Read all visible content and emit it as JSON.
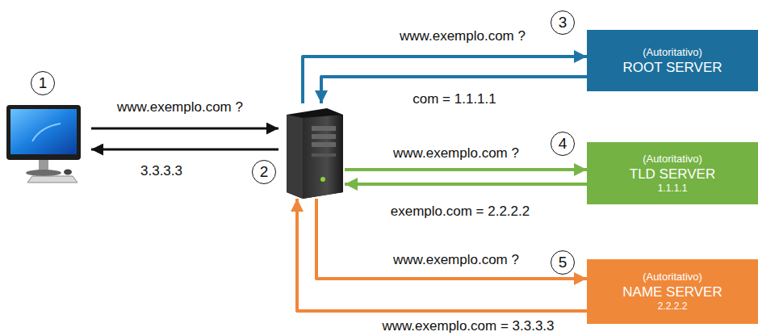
{
  "diagram": {
    "nodes": [
      {
        "text": [
          "1"
        ]
      },
      {
        "text": [
          "2"
        ]
      },
      {
        "text": [
          "(Autoritativo)",
          "ROOT SERVER"
        ]
      },
      {
        "text": [
          "(Autoritativo)",
          "TLD SERVER",
          "1.1.1.1"
        ]
      },
      {
        "text": [
          "(Autoritativo)",
          "NAME SERVER",
          "2.2.2.2"
        ]
      }
    ],
    "edges": [
      {
        "from": 0,
        "to": 1,
        "arrow": "to",
        "label": "www.exemplo.com ?"
      },
      {
        "from": 1,
        "to": 0,
        "arrow": "to",
        "label": "3.3.3.3"
      },
      {
        "from": 1,
        "to": 2,
        "arrow": "to",
        "label": "www.exemplo.com ?"
      },
      {
        "from": 2,
        "to": 1,
        "arrow": "to",
        "label": "com = 1.1.1.1"
      },
      {
        "from": 1,
        "to": 3,
        "arrow": "to",
        "label": "www.exemplo.com ?"
      },
      {
        "from": 3,
        "to": 1,
        "arrow": "to",
        "label": "exemplo.com = 2.2.2.2"
      },
      {
        "from": 1,
        "to": 4,
        "arrow": "to",
        "label": "www.exemplo.com ?"
      },
      {
        "from": 4,
        "to": 1,
        "arrow": "to",
        "label": "www.exemplo.com = 3.3.3.3"
      }
    ],
    "labels": [
      "3",
      "4",
      "5"
    ]
  }
}
